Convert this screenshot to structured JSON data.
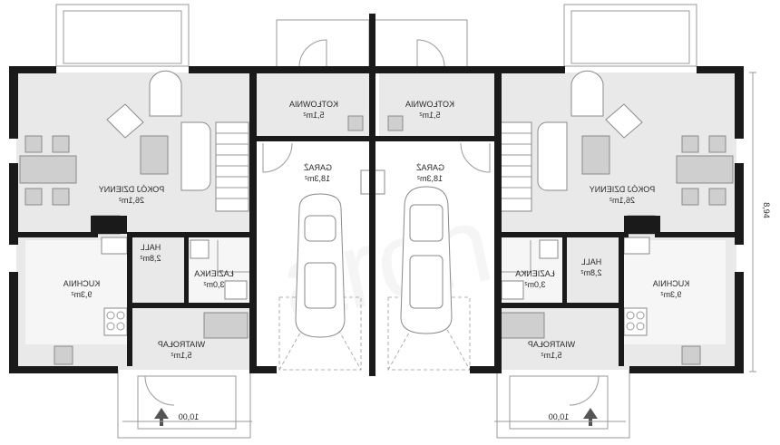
{
  "rooms": {
    "pokoj_left": {
      "name": "POKÓJ DZIENNY",
      "area": "26,1m²"
    },
    "pokoj_right": {
      "name": "POKÓJ DZIENNY",
      "area": "26,1m²"
    },
    "kotlownia_left": {
      "name": "KOTŁOWNIA",
      "area": "5,1m²"
    },
    "kotlownia_right": {
      "name": "KOTŁOWNIA",
      "area": "5,1m²"
    },
    "garaz_left": {
      "name": "GARAŻ",
      "area": "18,3m²"
    },
    "garaz_right": {
      "name": "GARAŻ",
      "area": "18,3m²"
    },
    "hall_left": {
      "name": "HALL",
      "area": "2,8m²"
    },
    "hall_right": {
      "name": "HALL",
      "area": "2,8m²"
    },
    "lazienka_left": {
      "name": "ŁAZIENKA",
      "area": "3,0m²"
    },
    "lazienka_right": {
      "name": "ŁAZIENKA",
      "area": "3,0m²"
    },
    "kuchnia_left": {
      "name": "KUCHNIA",
      "area": "9,3m²"
    },
    "kuchnia_right": {
      "name": "KUCHNIA",
      "area": "9,3m²"
    },
    "wiatrolap_left": {
      "name": "WIATROŁAP",
      "area": "5,1m²"
    },
    "wiatrolap_right": {
      "name": "WIATROŁAP",
      "area": "5,1m²"
    }
  },
  "dimensions": {
    "width_left": "10,00",
    "width_right": "10,00",
    "depth": "8,94"
  },
  "colors": {
    "wall": "#1a1a1a",
    "floor": "#e9e9e9"
  }
}
